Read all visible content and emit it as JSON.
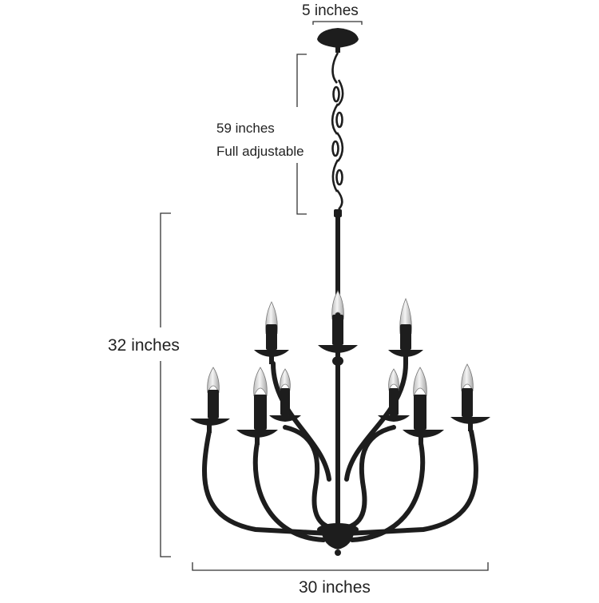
{
  "dimensions": {
    "canopy_width": "5 inches",
    "chain_length": "59 inches",
    "chain_note": "Full adjustable",
    "height": "32 inches",
    "width": "30 inches"
  },
  "colors": {
    "metal": "#1d1d1d",
    "dimension_line": "#333333",
    "bulb": "#e9e9e9",
    "background": "#ffffff"
  },
  "product": {
    "lights": 9,
    "upper_tier_lights": 3,
    "lower_tier_lights": 6
  }
}
